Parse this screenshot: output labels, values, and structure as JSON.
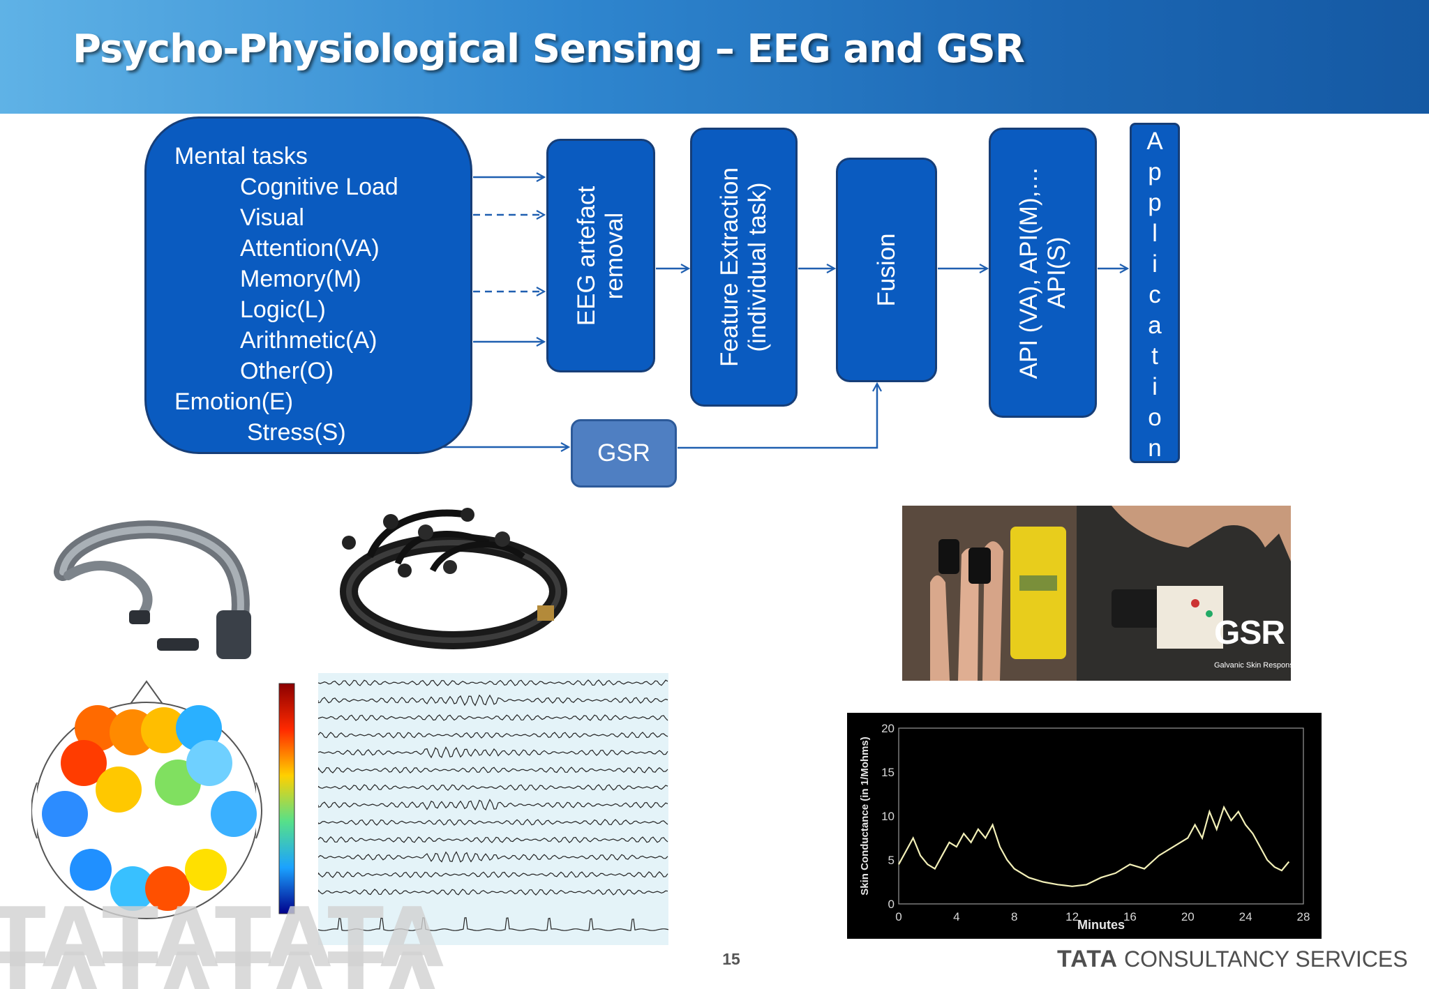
{
  "slide": {
    "title": "Psycho-Physiological Sensing – EEG and GSR",
    "page_number": "15",
    "footer_brand_bold": "TATA",
    "footer_brand_rest": "CONSULTANCY SERVICES",
    "watermark": "TATATATA"
  },
  "diagram": {
    "task_lines": [
      "Mental tasks",
      "Cognitive Load",
      "Visual",
      "Attention(VA)",
      "Memory(M)",
      "Logic(L)",
      "Arithmetic(A)",
      "Other(O)",
      "Emotion(E)",
      "Stress(S)"
    ],
    "eeg_box": {
      "line1": "EEG  artefact",
      "line2": "removal"
    },
    "feature_box": {
      "line1": "Feature  Extraction",
      "line2": "(individual task)"
    },
    "fusion_box": {
      "label": "Fusion"
    },
    "api_box": {
      "line1": "API (VA), API(M),…",
      "line2": "API(S)"
    },
    "gsr_box": {
      "label": "GSR"
    },
    "application_letters": [
      "A",
      "p",
      "p",
      "l",
      "i",
      "c",
      "a",
      "t",
      "i",
      "o",
      "n"
    ]
  },
  "colors": {
    "box_fill": "#0a5bc0",
    "box_border": "#163e78",
    "gsr_fill": "#4f7fc2",
    "arrow": "#1f5fb0",
    "header_dark": "#1559a3",
    "header_light": "#5fb2e6"
  },
  "gsr_photo": {
    "label": "GSR",
    "sublabel": "Galvanic Skin Response"
  },
  "chart_data": {
    "type": "line",
    "xlabel": "Minutes",
    "ylabel": "Skin Conductance (in 1/Mohms)",
    "xlim": [
      0,
      28
    ],
    "ylim": [
      0,
      20
    ],
    "x_ticks": [
      "0",
      "4",
      "8",
      "12",
      "16",
      "20",
      "24",
      "28"
    ],
    "y_ticks": [
      "0",
      "5",
      "10",
      "15",
      "20"
    ],
    "series": [
      {
        "x": [
          0,
          0.5,
          1,
          1.5,
          2,
          2.5,
          3,
          3.5,
          4,
          4.5,
          5,
          5.5,
          6,
          6.5,
          7,
          7.5,
          8,
          9,
          10,
          11,
          12,
          13,
          14,
          15,
          16,
          17,
          18,
          19,
          20,
          20.5,
          21,
          21.5,
          22,
          22.5,
          23,
          23.5,
          24,
          24.5,
          25,
          25.5,
          26,
          26.5,
          27
        ],
        "y": [
          4.5,
          6,
          7.5,
          5.5,
          4.5,
          4,
          5.5,
          7,
          6.5,
          8,
          7,
          8.5,
          7.5,
          9,
          6.5,
          5,
          4,
          3,
          2.5,
          2.2,
          2,
          2.2,
          3,
          3.5,
          4.5,
          4,
          5.5,
          6.5,
          7.5,
          9,
          7.5,
          10.5,
          8.5,
          11,
          9.5,
          10.5,
          9,
          8,
          6.5,
          5,
          4.2,
          3.8,
          4.8
        ]
      }
    ]
  }
}
